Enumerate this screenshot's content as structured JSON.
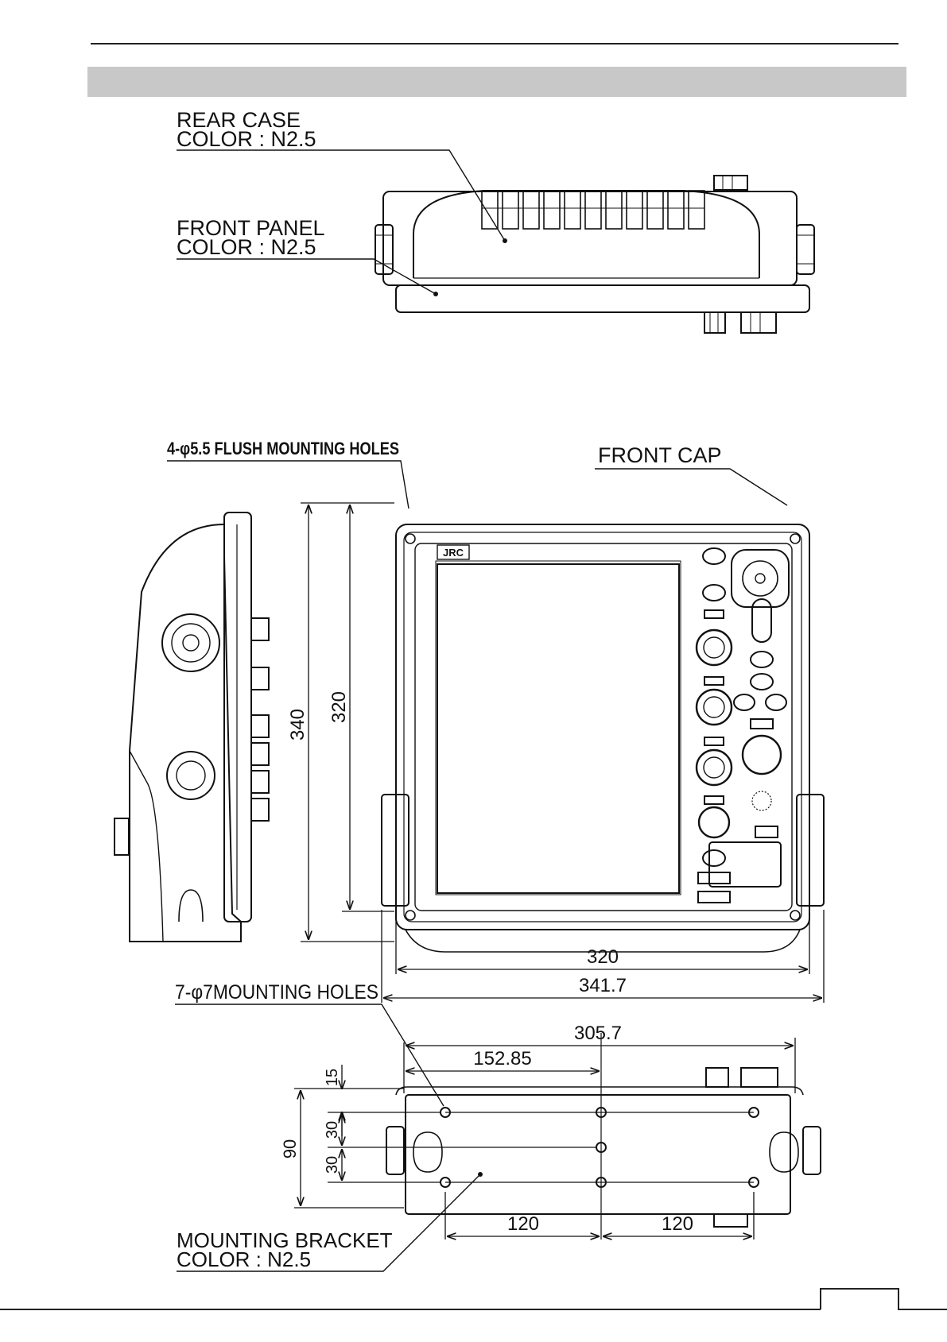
{
  "labels": {
    "rear_case": [
      "REAR CASE",
      "COLOR : N2.5"
    ],
    "front_panel": [
      "FRONT PANEL",
      "COLOR : N2.5"
    ],
    "flush_holes": "4-φ5.5 FLUSH MOUNTING HOLES",
    "front_cap": "FRONT CAP",
    "mounting_holes": "7-φ7MOUNTING HOLES",
    "mounting_bracket": [
      "MOUNTING BRACKET",
      "COLOR : N2.5"
    ],
    "brand": "JRC"
  },
  "dimensions": {
    "height_overall": "340",
    "height_panel": "320",
    "width_panel": "320",
    "width_overall": "341.7",
    "bracket_span": "305.7",
    "bracket_half": "152.85",
    "hole_spacing_left": "120",
    "hole_spacing_right": "120",
    "depth_total": "90",
    "offset_top": "15",
    "spacing_1": "30",
    "spacing_2": "30"
  }
}
